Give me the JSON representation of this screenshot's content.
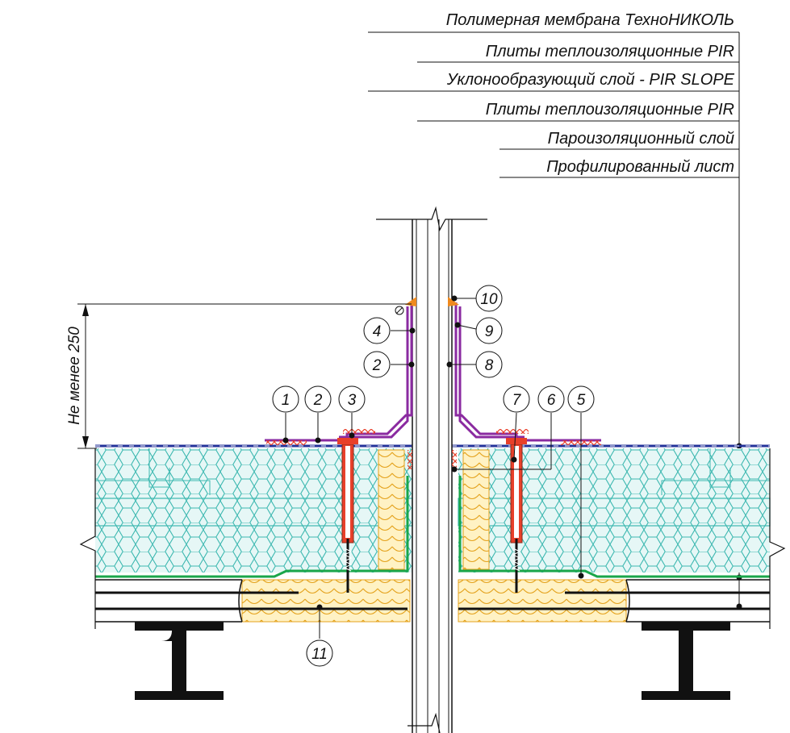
{
  "layers": [
    {
      "id": "membrane",
      "label": "Полимерная мембрана ТехноНИКОЛЬ"
    },
    {
      "id": "pir_top",
      "label": "Плиты теплоизоляционные PIR"
    },
    {
      "id": "slope",
      "label": "Уклонообразующий слой - PIR SLOPE"
    },
    {
      "id": "pir_bottom",
      "label": "Плиты теплоизоляционные PIR"
    },
    {
      "id": "vapor",
      "label": "Пароизоляционный слой"
    },
    {
      "id": "deck",
      "label": "Профилированный лист"
    }
  ],
  "callouts": [
    "1",
    "2",
    "3",
    "4",
    "2",
    "10",
    "9",
    "8",
    "7",
    "6",
    "5",
    "11"
  ],
  "dimension": {
    "label": "Не менее 250"
  },
  "colors": {
    "insulation_fill": "#e6f7f6",
    "insulation_hex": "#3cb8b0",
    "mineral_wool": "#fff2c4",
    "mineral_wool_line": "#e4a21c",
    "membrane": "#8a2aa0",
    "fastener": "#e8402a",
    "vapor_barrier": "#1aa64a",
    "top_membrane": "#24339a",
    "flashing": "#f08a1e",
    "steel": "#111111"
  },
  "icons": [
    "wall-break-icon",
    "i-beam-icon",
    "hex-insulation-pattern",
    "mineral-wool-pattern"
  ]
}
